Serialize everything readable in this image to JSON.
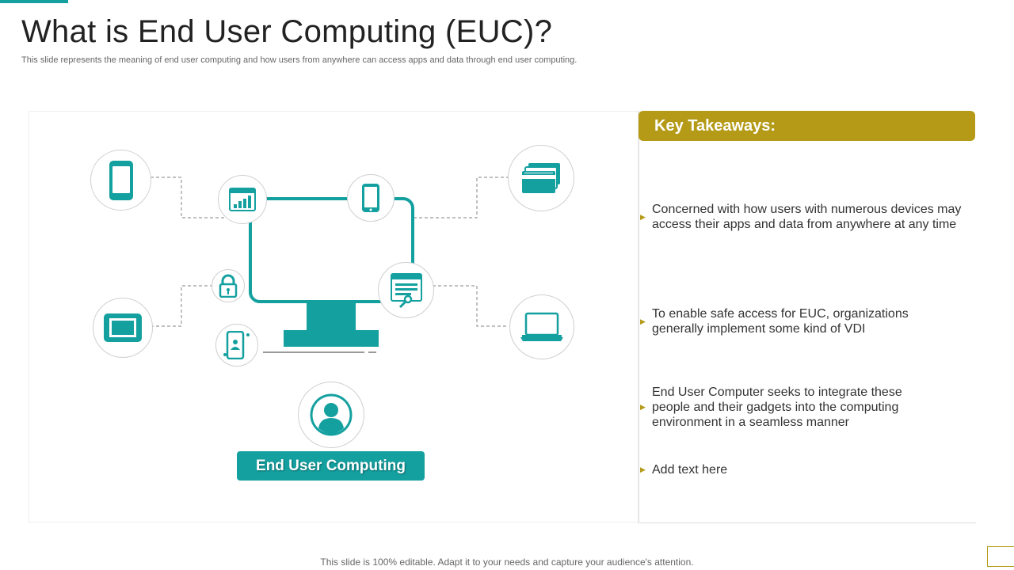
{
  "colors": {
    "teal": "#15A0A0",
    "gold": "#B49A17",
    "dashed_line": "#9a9a9a"
  },
  "slide": {
    "title": "What is End User Computing (EUC)?",
    "subtitle": "This slide represents the meaning of end user computing and how users from anywhere can access apps and data through end user computing.",
    "footer": "This slide is 100% editable. Adapt it to your needs and capture your audience's attention."
  },
  "diagram": {
    "center_label": "End User Computing",
    "icons": [
      "mobile-phone-icon",
      "tablet-icon",
      "bar-chart-icon",
      "smartphone-icon",
      "padlock-icon",
      "phone-user-icon",
      "document-icon",
      "credit-cards-icon",
      "laptop-icon",
      "user-icon",
      "monitor-icon"
    ]
  },
  "takeaways": {
    "header": "Key Takeaways:",
    "points": [
      {
        "lines": [
          "Concerned with how users with numerous devices may",
          "access their apps and data from anywhere at any time"
        ]
      },
      {
        "lines": [
          "To enable safe access for EUC, organizations",
          "generally implement some kind of VDI"
        ]
      },
      {
        "lines": [
          "End User Computer seeks to integrate these",
          "people and their gadgets into the computing",
          "environment  in a seamless manner"
        ]
      },
      {
        "lines": [
          "Add text here"
        ]
      }
    ]
  }
}
